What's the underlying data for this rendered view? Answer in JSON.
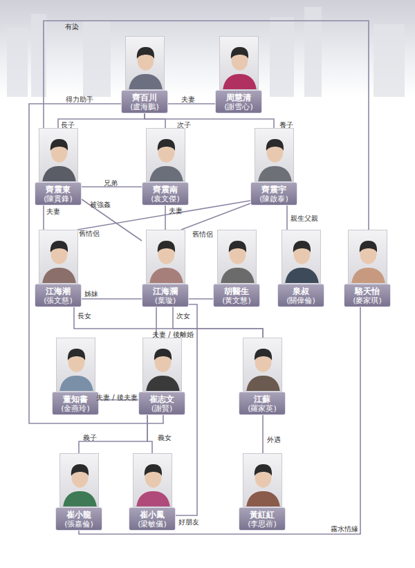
{
  "diagram": {
    "nodes": [
      {
        "text": [
          "齊百川",
          "(盧海鵬)"
        ]
      },
      {
        "text": [
          "周慧清",
          "(謝雪心)"
        ]
      },
      {
        "text": [
          "齊震東",
          "(陳貫鋒)"
        ]
      },
      {
        "text": [
          "齊震南",
          "(袁文傑)"
        ]
      },
      {
        "text": [
          "齊震宇",
          "(陳啟泰)"
        ]
      },
      {
        "text": [
          "江海潮",
          "(張文慈)"
        ]
      },
      {
        "text": [
          "江海瀾",
          "(葉璇)"
        ]
      },
      {
        "text": [
          "胡醫生",
          "(黃文慧)"
        ]
      },
      {
        "text": [
          "泉叔",
          "(關偉倫)"
        ]
      },
      {
        "text": [
          "駱天怡",
          "(麥家琪)"
        ]
      },
      {
        "text": [
          "董知書",
          "(金燕玲)"
        ]
      },
      {
        "text": [
          "崔志文",
          "(謝賢)"
        ]
      },
      {
        "text": [
          "江蘇",
          "(羅家英)"
        ]
      },
      {
        "text": [
          "崔小龍",
          "(張嘉倫)"
        ]
      },
      {
        "text": [
          "崔小鳳",
          "(梁敏儀)"
        ]
      },
      {
        "text": [
          "黃紅紅",
          "(李思蓓)"
        ]
      }
    ],
    "edges": [
      {
        "from": 0,
        "to": 1,
        "label": "夫妻",
        "arrow": "none"
      },
      {
        "from": 2,
        "to": 9,
        "label": "有染",
        "arrow": "none"
      },
      {
        "from": 0,
        "to": 11,
        "label": "得力助手",
        "arrow": "none"
      },
      {
        "from": 0,
        "to": 2,
        "label": "長子",
        "arrow": "none"
      },
      {
        "from": 0,
        "to": 3,
        "label": "次子",
        "arrow": "none"
      },
      {
        "from": 0,
        "to": 4,
        "label": "養子",
        "arrow": "none"
      },
      {
        "from": 2,
        "to": 3,
        "label": "兄弟",
        "arrow": "none"
      },
      {
        "from": 2,
        "to": 5,
        "label": "夫妻",
        "arrow": "none"
      },
      {
        "from": 2,
        "to": 6,
        "label": "被強姦",
        "arrow": "none"
      },
      {
        "from": 3,
        "to": 6,
        "label": "夫妻",
        "arrow": "none"
      },
      {
        "from": 4,
        "to": 5,
        "label": "舊情侶",
        "arrow": "none"
      },
      {
        "from": 4,
        "to": 6,
        "label": "舊情侶",
        "arrow": "none"
      },
      {
        "from": 4,
        "to": 8,
        "label": "親生父親",
        "arrow": "none"
      },
      {
        "from": 5,
        "to": 6,
        "label": "姊妹",
        "arrow": "none"
      },
      {
        "from": 6,
        "to": 7,
        "arrow": "none"
      },
      {
        "from": 12,
        "to": 5,
        "label": "長女",
        "arrow": "none"
      },
      {
        "from": 12,
        "to": 6,
        "label": "次女",
        "arrow": "none"
      },
      {
        "from": 6,
        "to": 11,
        "label": "夫妻 / 後離婚",
        "arrow": "none"
      },
      {
        "from": 10,
        "to": 11,
        "label": "夫妻 / 後夫妻",
        "arrow": "none"
      },
      {
        "from": 12,
        "to": 15,
        "label": "外遇",
        "arrow": "none"
      },
      {
        "from": 11,
        "to": 13,
        "label": "義子",
        "arrow": "none"
      },
      {
        "from": 11,
        "to": 14,
        "label": "義女",
        "arrow": "none"
      },
      {
        "from": 6,
        "to": 14,
        "label": "好朋友",
        "arrow": "none"
      },
      {
        "from": 13,
        "to": 9,
        "label": "霧水情緣",
        "arrow": "none"
      }
    ]
  }
}
